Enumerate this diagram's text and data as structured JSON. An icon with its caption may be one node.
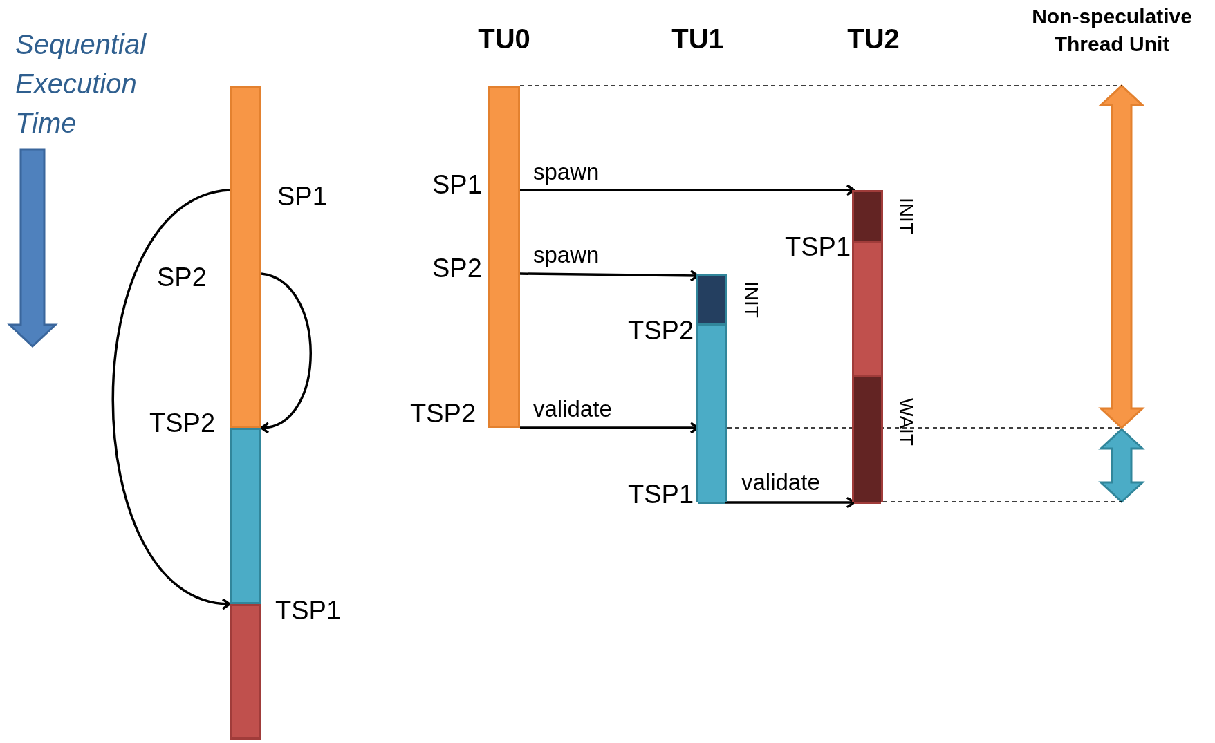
{
  "diagram": {
    "nodes": [
      {
        "text": [],
        "shape": "bar",
        "beside": [
          "SP1",
          "SP2",
          "TSP2"
        ]
      },
      {
        "text": [],
        "shape": "bar"
      },
      {
        "text": [],
        "shape": "bar",
        "beside": [
          "TSP1"
        ]
      },
      {
        "text": [],
        "shape": "bar",
        "beside": [
          "SP1",
          "SP2",
          "TSP2"
        ]
      },
      {
        "text": [],
        "shape": "bar",
        "beside": [
          "TSP2",
          "TSP1"
        ]
      },
      {
        "text": [],
        "shape": "bar",
        "in": 4,
        "beside": [
          "INIT"
        ]
      },
      {
        "text": [],
        "shape": "bar",
        "in": 4
      },
      {
        "text": [],
        "shape": "bar",
        "beside": [
          "TSP1"
        ]
      },
      {
        "text": [],
        "shape": "bar",
        "in": 7,
        "beside": [
          "INIT"
        ]
      },
      {
        "text": [],
        "shape": "bar",
        "in": 7
      },
      {
        "text": [],
        "shape": "bar",
        "in": 7,
        "beside": [
          "WAIT"
        ]
      }
    ],
    "edges": [
      {
        "from": 0,
        "to": 2,
        "arrow": "to"
      },
      {
        "from": 0,
        "to": 1,
        "arrow": "to"
      },
      {
        "from": 3,
        "to": 8,
        "arrow": "to",
        "label": "spawn"
      },
      {
        "from": 3,
        "to": 5,
        "arrow": "to",
        "label": "spawn"
      },
      {
        "from": 3,
        "to": 6,
        "arrow": "to",
        "label": "validate"
      },
      {
        "from": 6,
        "to": 10,
        "arrow": "to",
        "label": "validate"
      }
    ],
    "labels": [
      "Sequential Execution Time",
      "TU0",
      "TU1",
      "TU2",
      "Non-speculative Thread Unit"
    ]
  }
}
